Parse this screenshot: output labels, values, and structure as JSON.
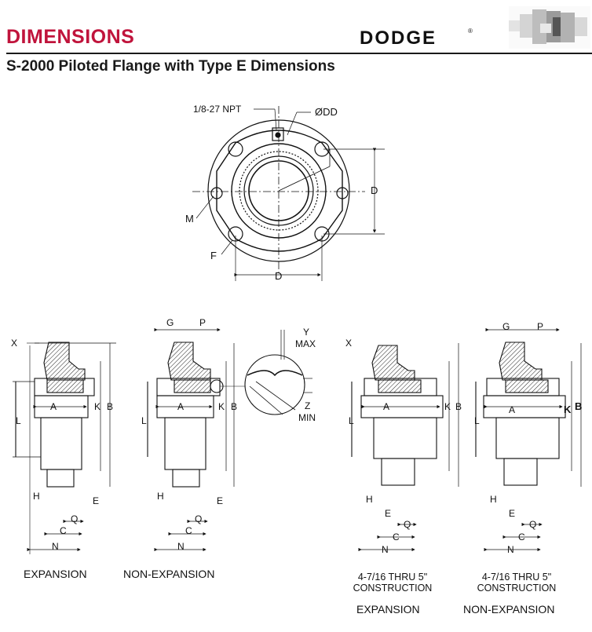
{
  "header": {
    "title": "DIMENSIONS",
    "brand": "DODGE",
    "brand_mark": "®",
    "subtitle": "S-2000 Piloted Flange with Type E Dimensions"
  },
  "colors": {
    "title_red": "#c0143c",
    "line": "#1a1a1a"
  },
  "front_view": {
    "labels": {
      "npt": "1/8-27 NPT",
      "dd": "ØDD",
      "d_right": "D",
      "d_bottom": "D",
      "m": "M",
      "f": "F"
    }
  },
  "section_labels": {
    "x": "X",
    "g": "G",
    "p": "P",
    "a": "A",
    "k": "K",
    "b": "B",
    "l": "L",
    "h": "H",
    "e": "E",
    "q": "Q",
    "c": "C",
    "n": "N"
  },
  "detail": {
    "y": "Y",
    "max": "MAX",
    "z": "Z",
    "min": "MIN"
  },
  "captions": {
    "expansion": "EXPANSION",
    "non_expansion": "NON-EXPANSION",
    "large_line1": "4-7/16 THRU 5\"",
    "large_line2": "CONSTRUCTION"
  }
}
